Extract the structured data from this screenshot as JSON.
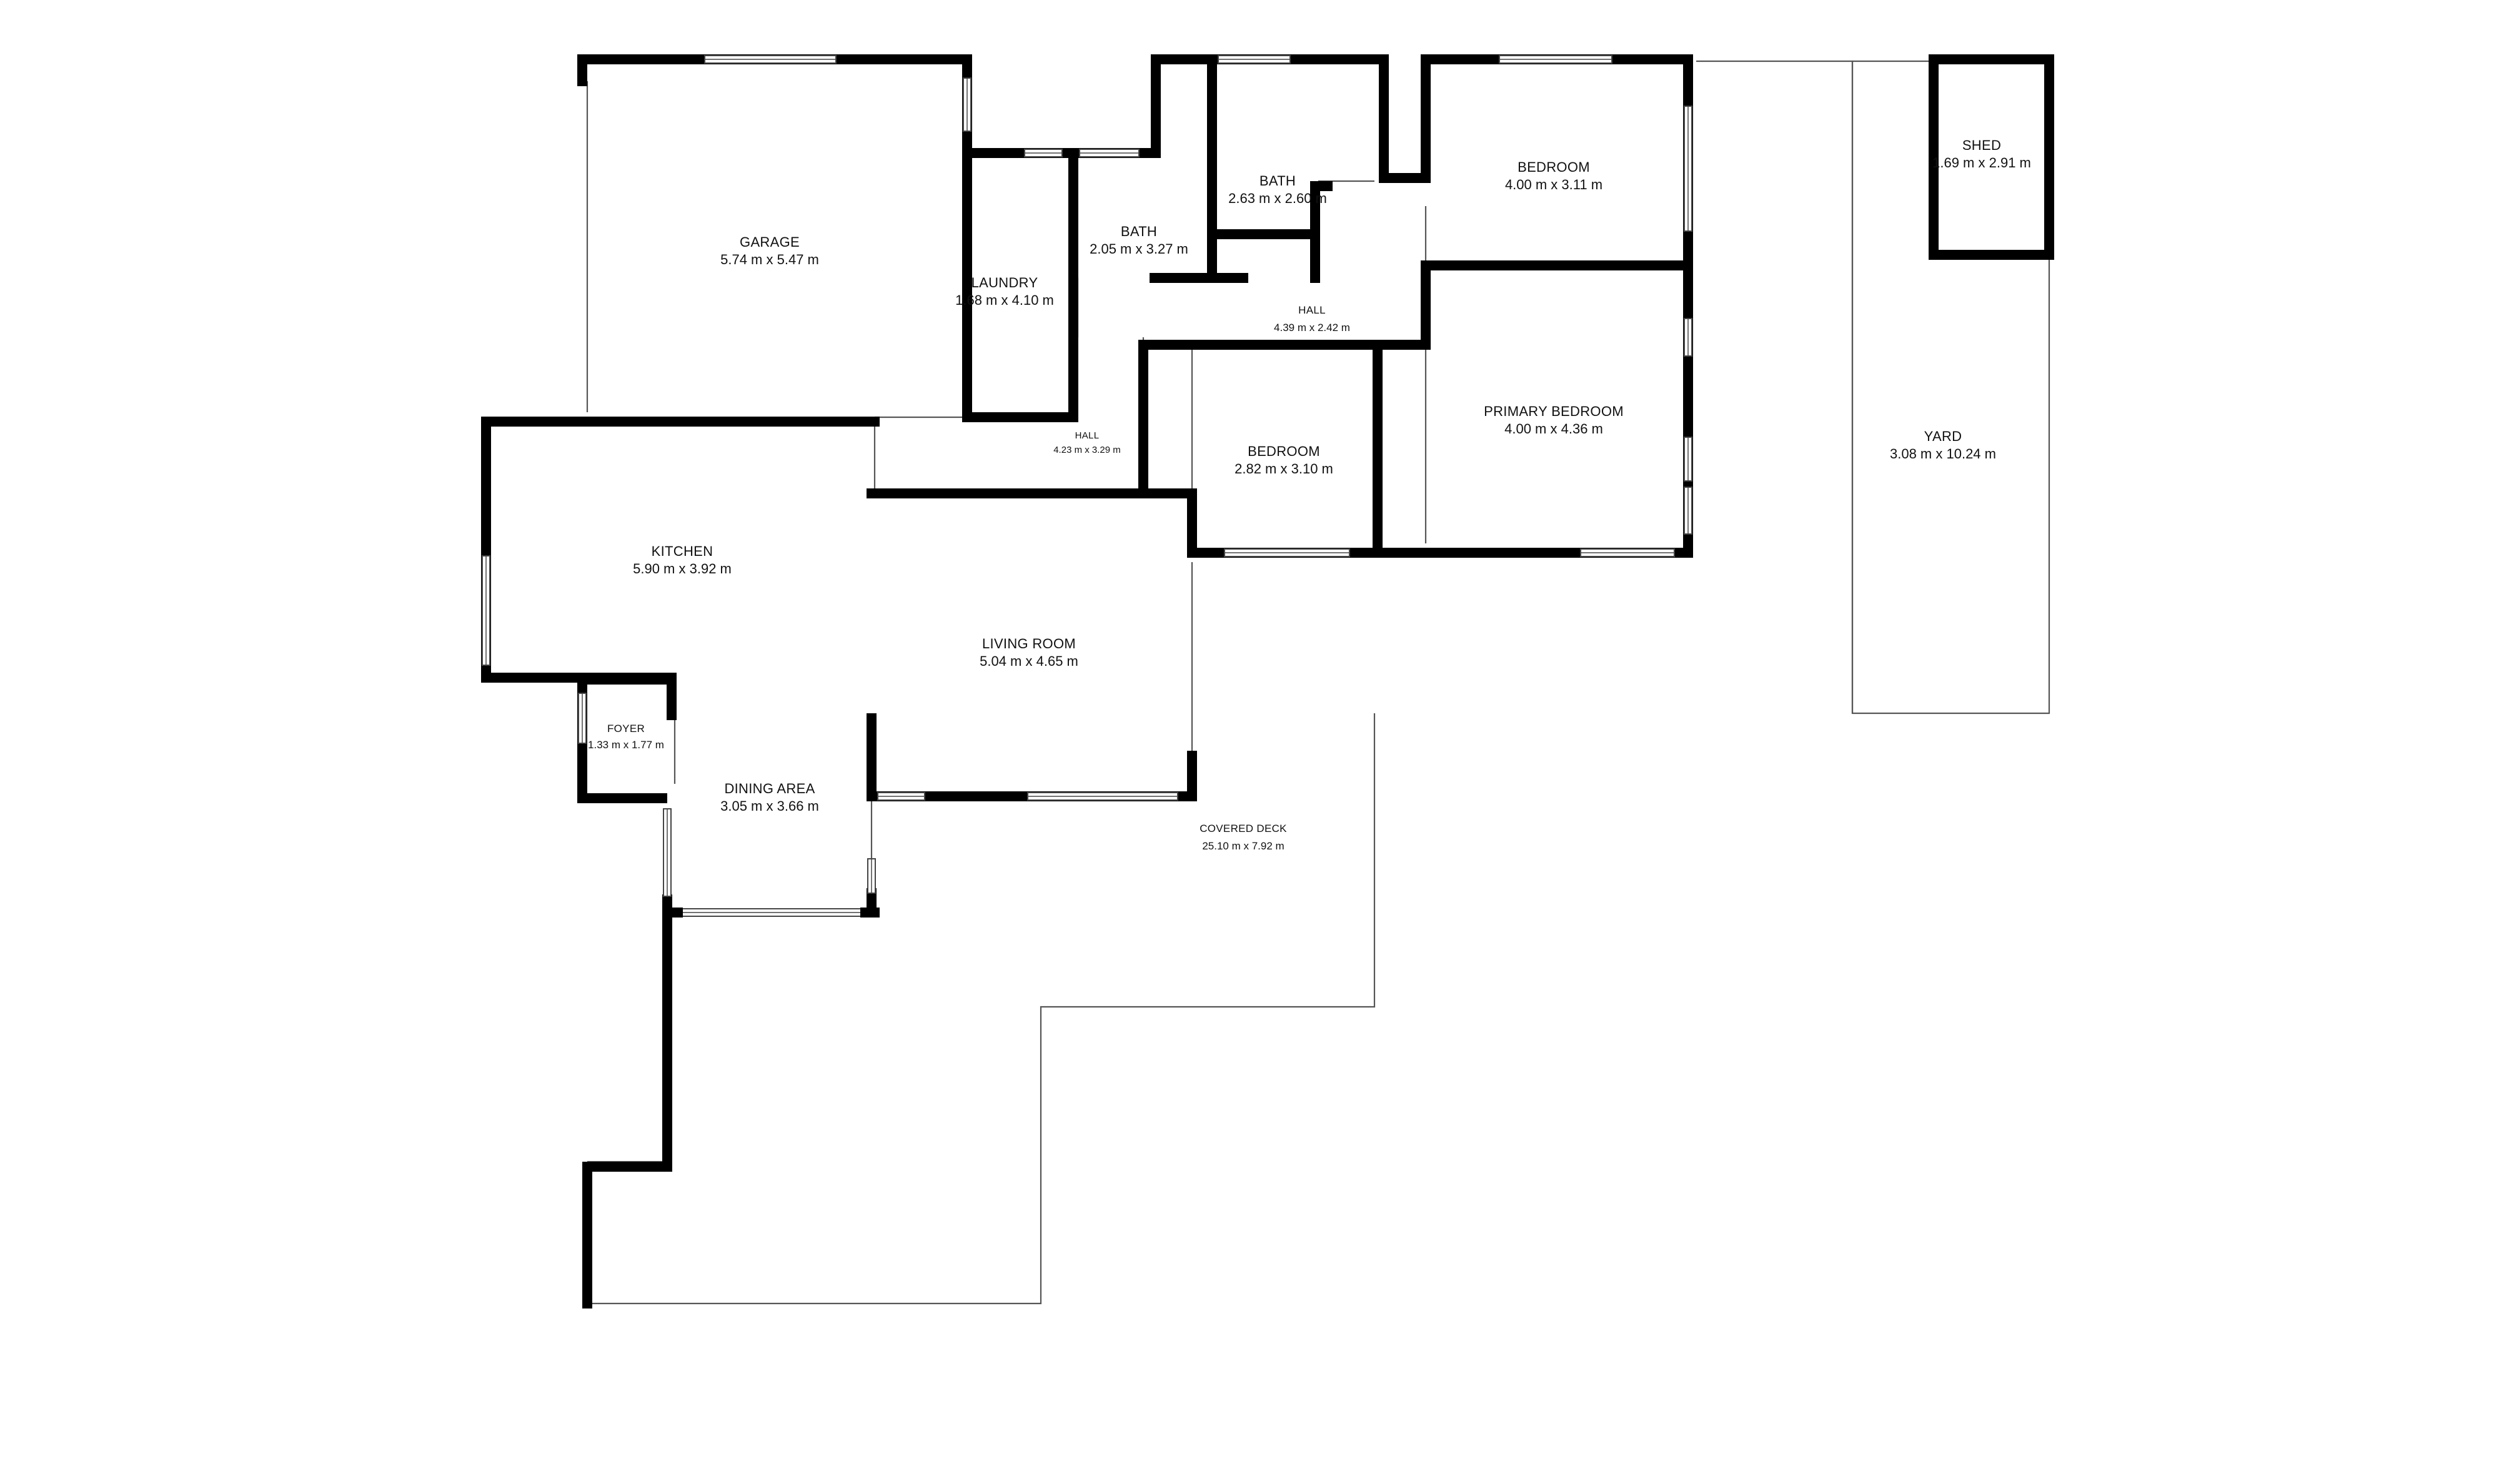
{
  "colors": {
    "background": "#ffffff",
    "wall": "#000000",
    "line": "#555555",
    "text": "#111111"
  },
  "rooms": {
    "garage": {
      "name": "GARAGE",
      "dim": "5.74 m x 5.47 m"
    },
    "laundry": {
      "name": "LAUNDRY",
      "dim": "1.68 m x 4.10 m"
    },
    "bath1": {
      "name": "BATH",
      "dim": "2.05 m x 3.27 m"
    },
    "bath2": {
      "name": "BATH",
      "dim": "2.63 m x 2.60 m"
    },
    "bedroom1": {
      "name": "BEDROOM",
      "dim": "4.00 m x 3.11 m"
    },
    "hall_upper": {
      "name": "HALL",
      "dim": "4.39 m x 2.42 m"
    },
    "primary_bedroom": {
      "name": "PRIMARY BEDROOM",
      "dim": "4.00 m x 4.36 m"
    },
    "hall_lower": {
      "name": "HALL",
      "dim": "4.23 m x 3.29 m"
    },
    "bedroom2": {
      "name": "BEDROOM",
      "dim": "2.82 m x 3.10 m"
    },
    "kitchen": {
      "name": "KITCHEN",
      "dim": "5.90 m x 3.92 m"
    },
    "living_room": {
      "name": "LIVING ROOM",
      "dim": "5.04 m x 4.65 m"
    },
    "foyer": {
      "name": "FOYER",
      "dim": "1.33 m x 1.77 m"
    },
    "dining_area": {
      "name": "DINING AREA",
      "dim": "3.05 m x 3.66 m"
    },
    "covered_deck": {
      "name": "COVERED DECK",
      "dim": "25.10 m x 7.92 m"
    },
    "yard": {
      "name": "YARD",
      "dim": "3.08 m x 10.24 m"
    },
    "shed": {
      "name": "SHED",
      "dim": "1.69 m x 2.91 m"
    }
  }
}
